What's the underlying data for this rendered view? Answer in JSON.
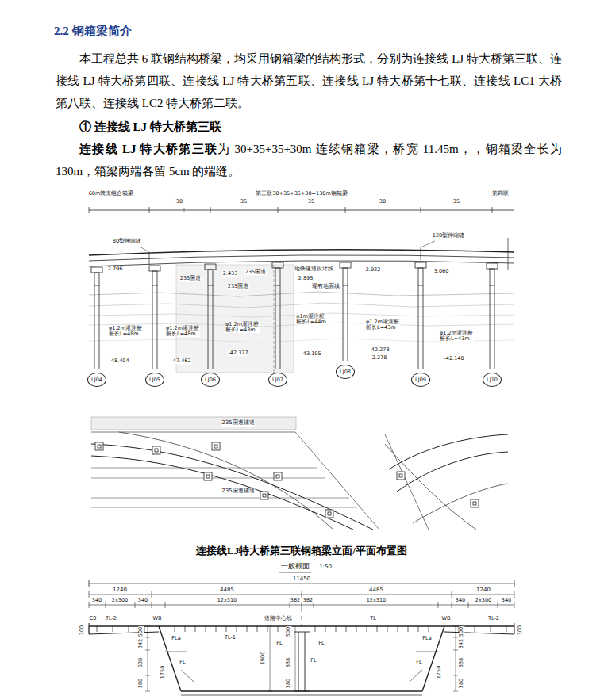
{
  "diagram": {
    "title": "2.2 钢箱梁简介",
    "caption": "连接线LJ特大桥第三联钢箱梁立面/平面布置图",
    "nodes": [
      {
        "text": [
          "LJ04"
        ]
      },
      {
        "text": [
          "LJ05"
        ]
      },
      {
        "text": [
          "LJ06"
        ]
      },
      {
        "text": [
          "LJ07"
        ]
      },
      {
        "text": [
          "LJ08"
        ]
      },
      {
        "text": [
          "LJ09"
        ]
      },
      {
        "text": [
          "LJ10"
        ]
      }
    ],
    "labels": [
      "本工程总共 6 联钢结构桥梁，均采用钢箱梁的结构形式，分别为连接线 LJ 特大桥第三联、连接线 LJ 特大桥第四联、连接线 LJ 特大桥第五联、连接线 LJ 特大桥第十七联、连接线 LC1 大桥第八联、连接线 LC2 特大桥第二联。",
      "① 连接线 LJ 特大桥第三联",
      "连接线 LJ 特大桥第三联",
      "为 30+35+35+30m 连续钢箱梁，桥宽 11.45m，，钢箱梁全长为 130m，箱梁两端各留 5cm 的端缝。",
      "60m简支组合箱梁",
      "第三联30+35+35+30=130m钢箱梁",
      "第四联",
      "30",
      "35",
      "35",
      "30",
      "35",
      "80型伸缩缝",
      "120型伸缩缝",
      "2.796",
      "2.433",
      "235国道",
      "235国道",
      "235国道",
      "地铁隧道设计线",
      "2.895",
      "现有地面线",
      "2.922",
      "3.060",
      "φ1.2m灌注桩 桩长L=48m",
      "φ1.2m灌注桩 桩长L=48m",
      "φ1.2m灌注桩 桩长L=43m",
      "φ1m灌注桩 桩长L=44m",
      "φ1.2m灌注桩 桩长L=43m",
      "φ1.2m灌注桩 桩长L=43m",
      "-48.404",
      "-47.462",
      "-42.377",
      "-43.105",
      "-42.278",
      "2.278",
      "-42.140",
      "235国道辅道",
      "235国道辅道",
      "一般截面",
      "1:50",
      "11450",
      "1240",
      "4485",
      "4485",
      "1240",
      "340",
      "2x300",
      "340",
      "12x310",
      "362",
      "362",
      "12x310",
      "340",
      "2x300",
      "340",
      "C8",
      "TL-2",
      "WB",
      "道路中心线",
      "TL-1",
      "TL",
      "WB",
      "TL-2",
      "FLa",
      "FL",
      "FL",
      "FLa",
      "FL",
      "FL",
      "FL",
      "1900",
      "1750",
      "1750",
      "300",
      "300",
      "500",
      "342",
      "638",
      "380",
      "500",
      "638",
      "380",
      "500",
      "342",
      "638",
      "380"
    ]
  }
}
